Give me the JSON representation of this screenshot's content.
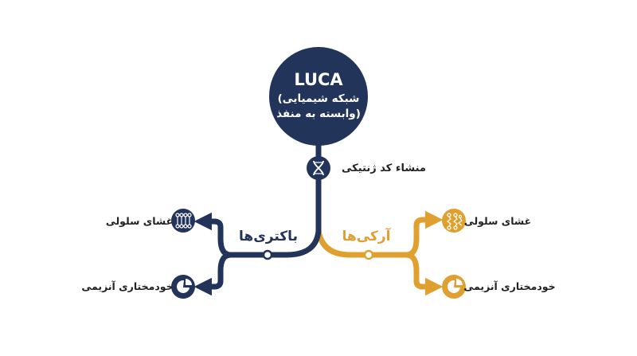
{
  "root": {
    "title": "LUCA",
    "subtitle_line1": "(شبکه شیمیایی",
    "subtitle_line2": "وابسته به منفذ)"
  },
  "trunk": {
    "label": "منشاء کد ژنتیکی",
    "icon": "dna-icon"
  },
  "bacteria": {
    "label": "باکتری‌ها",
    "membrane_label": "غشای سلولی",
    "membrane_icon": "membrane-icon",
    "enzyme_label": "خودمختاری آنزیمی",
    "enzyme_icon": "enzyme-icon"
  },
  "archaea": {
    "label": "آرکی‌ها",
    "membrane_label": "غشای سلولی",
    "membrane_icon": "membrane-icon",
    "enzyme_label": "خودمختاری آنزیمی",
    "enzyme_icon": "enzyme-icon"
  },
  "colors": {
    "bacteria": "#22345a",
    "archaea": "#e0a030",
    "background": "#ffffff"
  }
}
